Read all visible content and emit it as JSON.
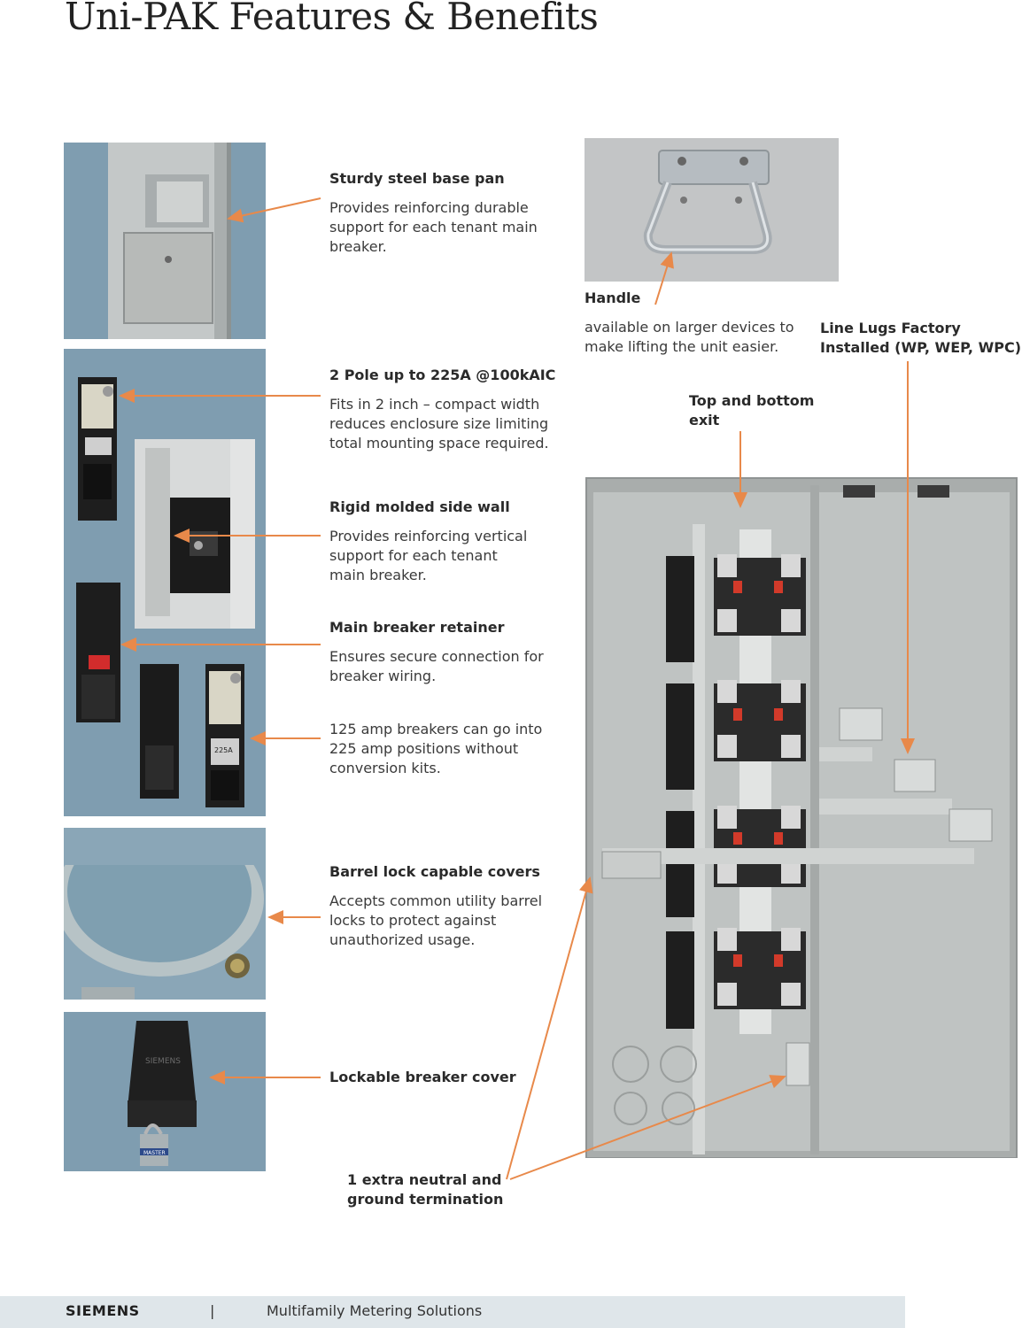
{
  "title": "Uni-PAK Features & Benefits",
  "features": {
    "steel_base_pan": {
      "heading": "Sturdy steel base pan",
      "lines": [
        "Provides reinforcing durable",
        "support for each tenant main",
        "breaker."
      ]
    },
    "two_pole": {
      "heading": "2 Pole up to 225A @100kAIC",
      "lines": [
        "Fits in 2 inch – compact width",
        "reduces enclosure size limiting",
        "total mounting space required."
      ]
    },
    "side_wall": {
      "heading": "Rigid molded side wall",
      "lines": [
        "Provides reinforcing vertical",
        "support for each tenant",
        "main breaker."
      ]
    },
    "retainer": {
      "heading": "Main breaker retainer",
      "lines": [
        "Ensures secure connection for",
        "breaker wiring."
      ]
    },
    "amp125": {
      "lines": [
        "125 amp breakers can go into",
        "225 amp positions without",
        "conversion kits."
      ]
    },
    "barrel_lock": {
      "heading": "Barrel lock capable covers",
      "lines": [
        "Accepts common utility barrel",
        "locks to protect against",
        "unauthorized usage."
      ]
    },
    "lockable_cover": {
      "heading": "Lockable breaker cover"
    },
    "handle": {
      "heading": "Handle",
      "lines": [
        "available on larger devices to",
        "make lifting the unit easier."
      ]
    },
    "line_lugs": {
      "lines": [
        "Line Lugs Factory",
        "Installed (WP, WEP, WPC)"
      ]
    },
    "top_bottom": {
      "lines": [
        "Top and bottom",
        "exit"
      ]
    },
    "neutral": {
      "lines": [
        "1 extra neutral and",
        "ground termination"
      ]
    }
  },
  "photo_text": {
    "breaker_rating": "225A",
    "cover_brand": "SIEMENS",
    "lock_brand": "MASTER"
  },
  "footer": {
    "logo": "SIEMENS",
    "separator": "|",
    "text": "Multifamily Metering Solutions"
  },
  "colors": {
    "callout_orange": "#e8894a",
    "photo_blue": "#7f9db0",
    "enclosure_gray": "#b9bdbc",
    "footer_bar": "#dfe6ea"
  }
}
